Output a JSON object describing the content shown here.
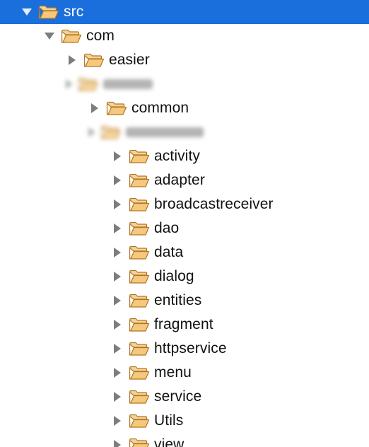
{
  "tree": {
    "colors": {
      "selection": "#1a6fdc",
      "folder_fill": "#f6c87d",
      "folder_stroke": "#b27620",
      "arrow": "#7d7d7d"
    },
    "items": [
      {
        "label": "src",
        "expanded": true,
        "selected": true,
        "icon": "folder-open-icon"
      },
      {
        "label": "com",
        "expanded": true,
        "selected": false,
        "icon": "folder-open-icon"
      },
      {
        "label": "easier",
        "expanded": false,
        "selected": false,
        "icon": "folder-open-icon"
      },
      {
        "label": "common",
        "expanded": false,
        "selected": false,
        "icon": "folder-open-icon"
      },
      {
        "label": "activity",
        "expanded": false,
        "selected": false,
        "icon": "folder-open-icon"
      },
      {
        "label": "adapter",
        "expanded": false,
        "selected": false,
        "icon": "folder-open-icon"
      },
      {
        "label": "broadcastreceiver",
        "expanded": false,
        "selected": false,
        "icon": "folder-open-icon"
      },
      {
        "label": "dao",
        "expanded": false,
        "selected": false,
        "icon": "folder-open-icon"
      },
      {
        "label": "data",
        "expanded": false,
        "selected": false,
        "icon": "folder-open-icon"
      },
      {
        "label": "dialog",
        "expanded": false,
        "selected": false,
        "icon": "folder-open-icon"
      },
      {
        "label": "entities",
        "expanded": false,
        "selected": false,
        "icon": "folder-open-icon"
      },
      {
        "label": "fragment",
        "expanded": false,
        "selected": false,
        "icon": "folder-open-icon"
      },
      {
        "label": "httpservice",
        "expanded": false,
        "selected": false,
        "icon": "folder-open-icon"
      },
      {
        "label": "menu",
        "expanded": false,
        "selected": false,
        "icon": "folder-open-icon"
      },
      {
        "label": "service",
        "expanded": false,
        "selected": false,
        "icon": "folder-open-icon"
      },
      {
        "label": "Utils",
        "expanded": false,
        "selected": false,
        "icon": "folder-open-icon"
      },
      {
        "label": "view",
        "expanded": false,
        "selected": false,
        "icon": "folder-open-icon"
      }
    ],
    "redacted_rows": [
      {
        "expanded": true,
        "icon": "folder-open-icon"
      },
      {
        "expanded": true,
        "icon": "folder-open-icon"
      }
    ]
  }
}
